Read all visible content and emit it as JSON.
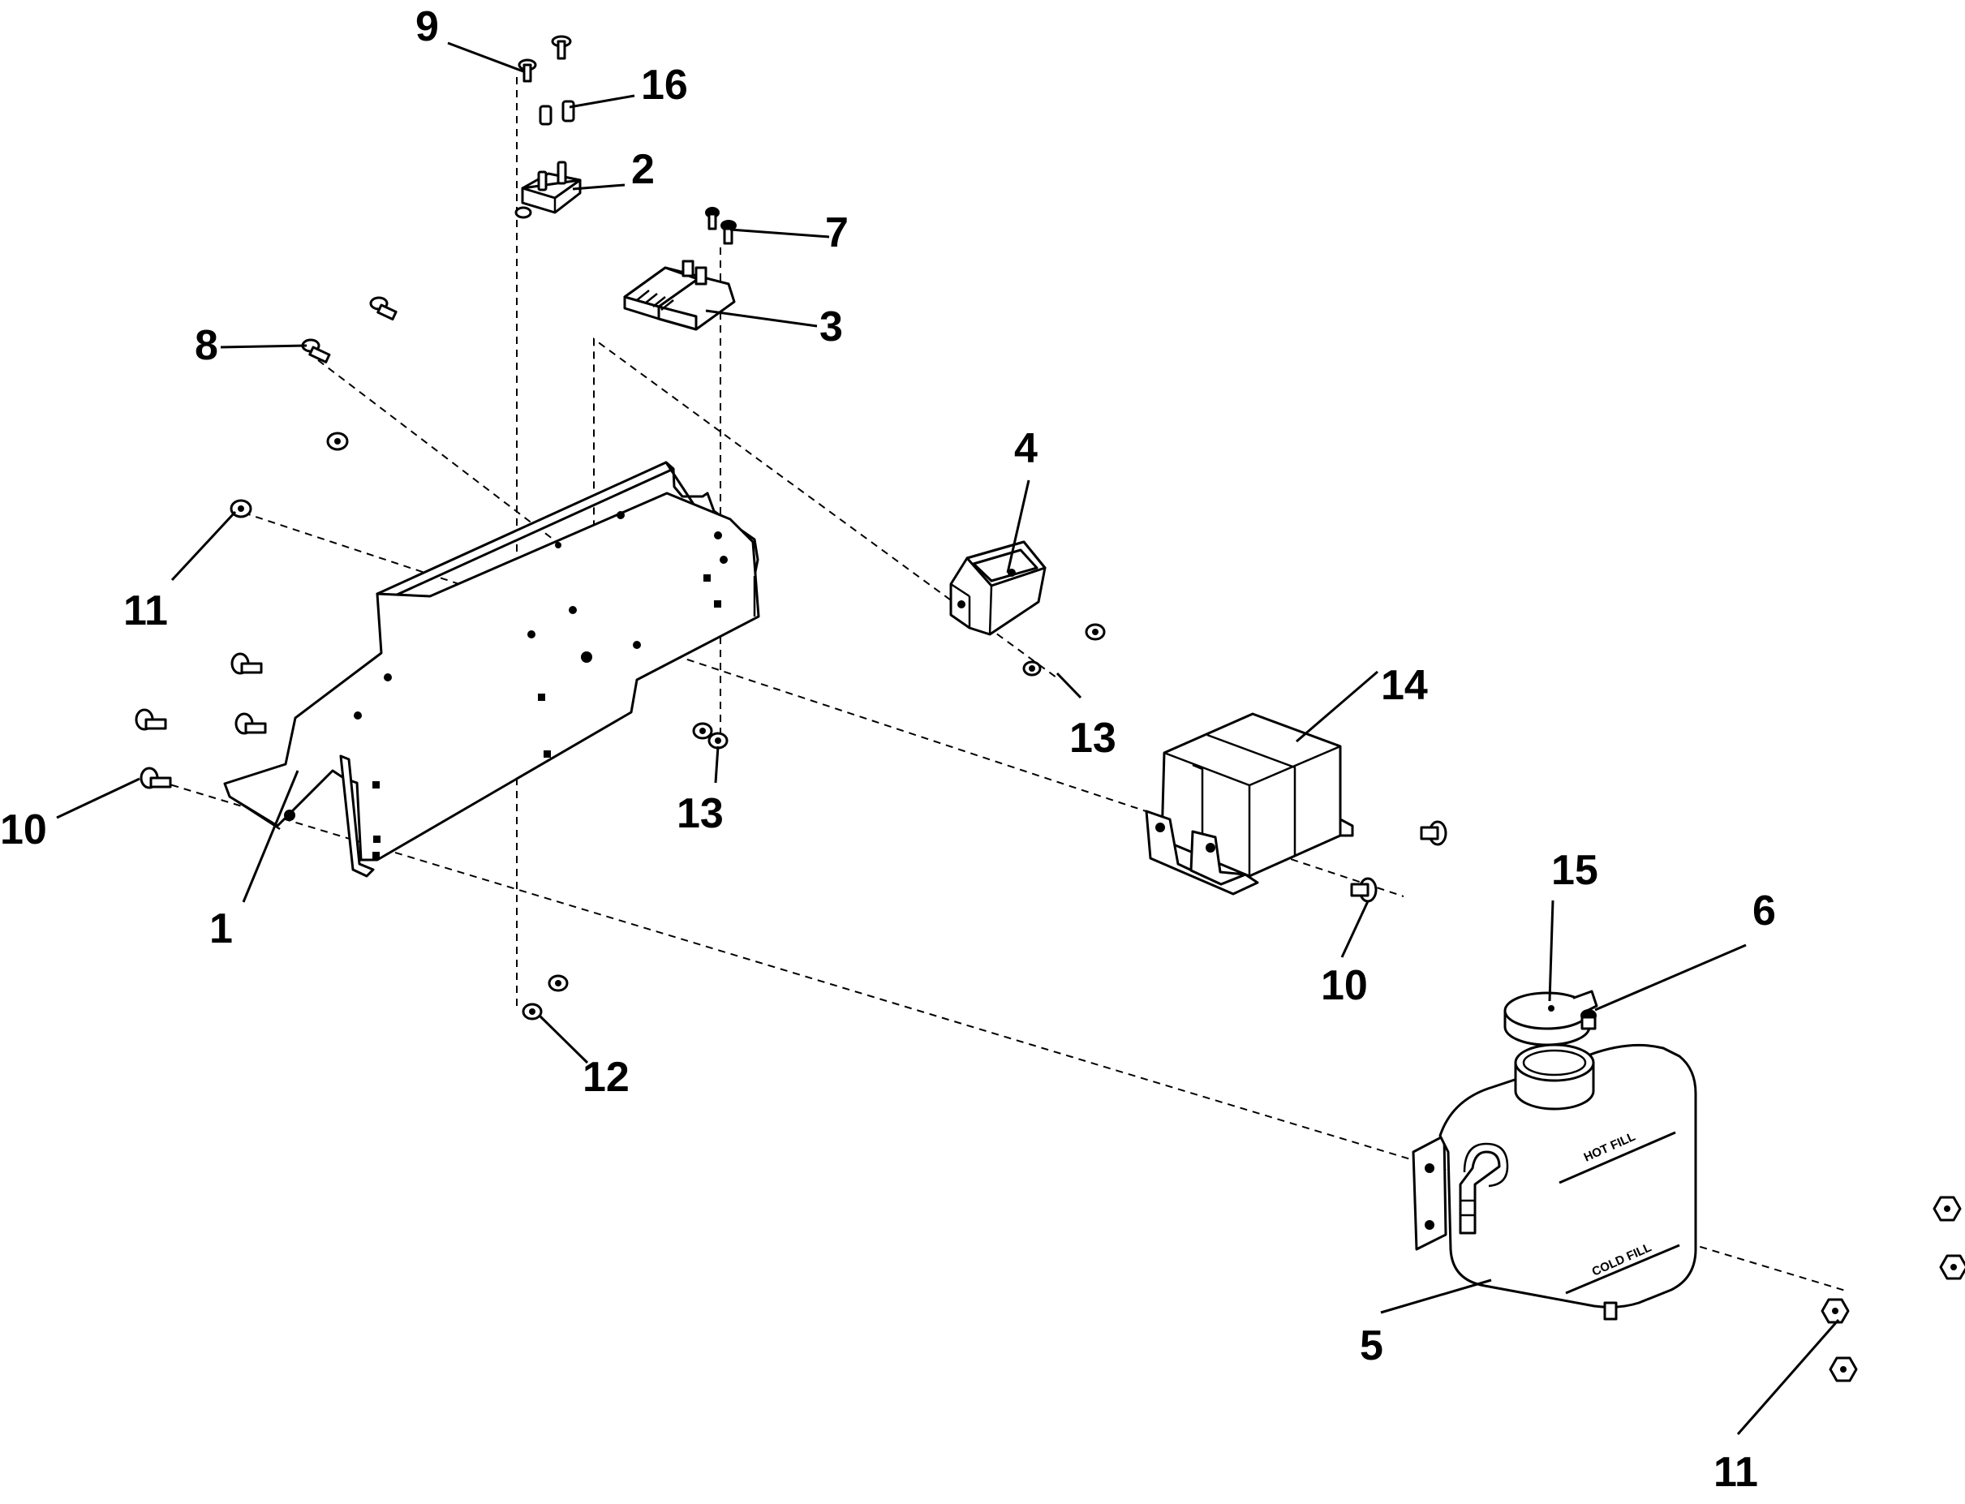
{
  "callouts": [
    {
      "id": "c1",
      "label": "1"
    },
    {
      "id": "c2",
      "label": "2"
    },
    {
      "id": "c3",
      "label": "3"
    },
    {
      "id": "c4",
      "label": "4"
    },
    {
      "id": "c5",
      "label": "5"
    },
    {
      "id": "c6",
      "label": "6"
    },
    {
      "id": "c7",
      "label": "7"
    },
    {
      "id": "c8",
      "label": "8"
    },
    {
      "id": "c9",
      "label": "9"
    },
    {
      "id": "c10a",
      "label": "10"
    },
    {
      "id": "c10b",
      "label": "10"
    },
    {
      "id": "c11a",
      "label": "11"
    },
    {
      "id": "c11b",
      "label": "11"
    },
    {
      "id": "c12",
      "label": "12"
    },
    {
      "id": "c13a",
      "label": "13"
    },
    {
      "id": "c13b",
      "label": "13"
    },
    {
      "id": "c14",
      "label": "14"
    },
    {
      "id": "c15",
      "label": "15"
    },
    {
      "id": "c16",
      "label": "16"
    }
  ],
  "tank": {
    "hot_fill": "HOT FILL",
    "cold_fill": "COLD FILL"
  }
}
